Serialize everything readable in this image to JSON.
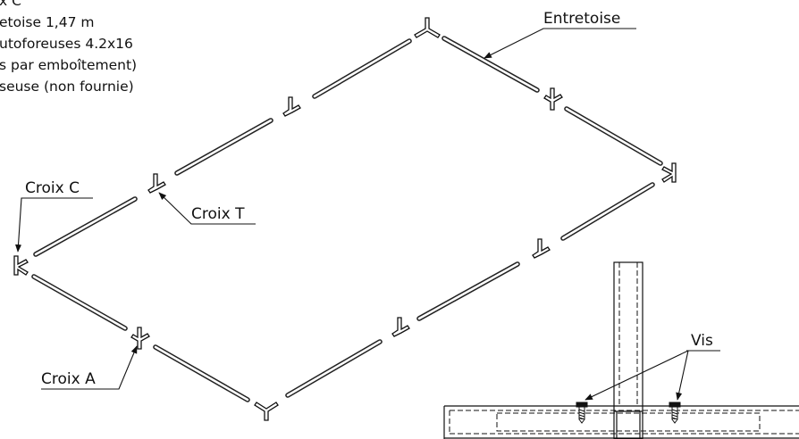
{
  "legend": {
    "line1": "x C",
    "line2": "etoise 1,47 m",
    "line3": "utoforeuses 4.2x16",
    "line4": "s par emboîtement)",
    "line5": "seuse (non fournie)"
  },
  "labels": {
    "entretoise": "Entretoise",
    "croix_c": "Croix C",
    "croix_t": "Croix T",
    "croix_a": "Croix A",
    "vis": "Vis"
  },
  "colors": {
    "ink": "#111111",
    "background": "#ffffff"
  }
}
